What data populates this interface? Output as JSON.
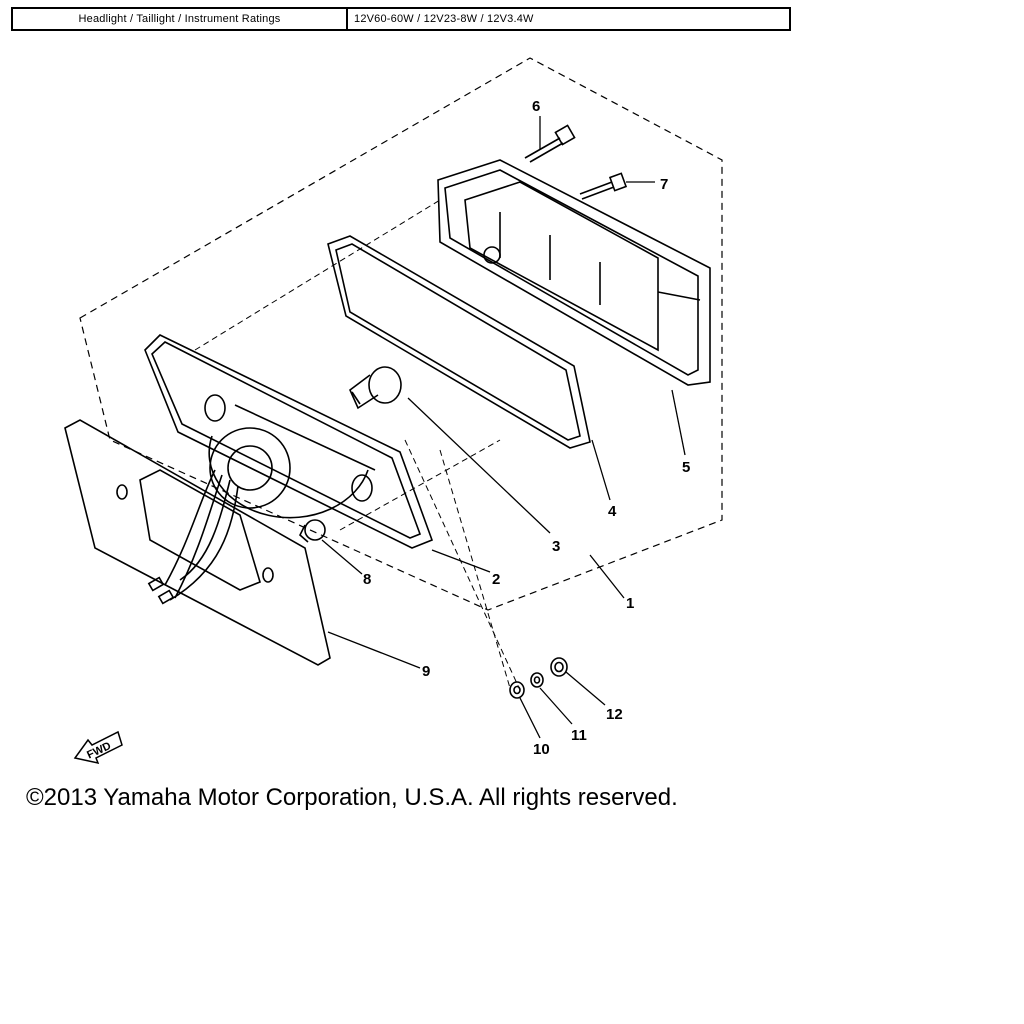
{
  "ratings": {
    "label": "Headlight / Taillight / Instrument Ratings",
    "value": "12V60-60W / 12V23-8W / 12V3.4W"
  },
  "callouts": {
    "c1": "1",
    "c2": "2",
    "c3": "3",
    "c4": "4",
    "c5": "5",
    "c6": "6",
    "c7": "7",
    "c8": "8",
    "c9": "9",
    "c10": "10",
    "c11": "11",
    "c12": "12"
  },
  "fwd_label": "FWD",
  "copyright": "©2013 Yamaha Motor Corporation, U.S.A. All rights reserved."
}
